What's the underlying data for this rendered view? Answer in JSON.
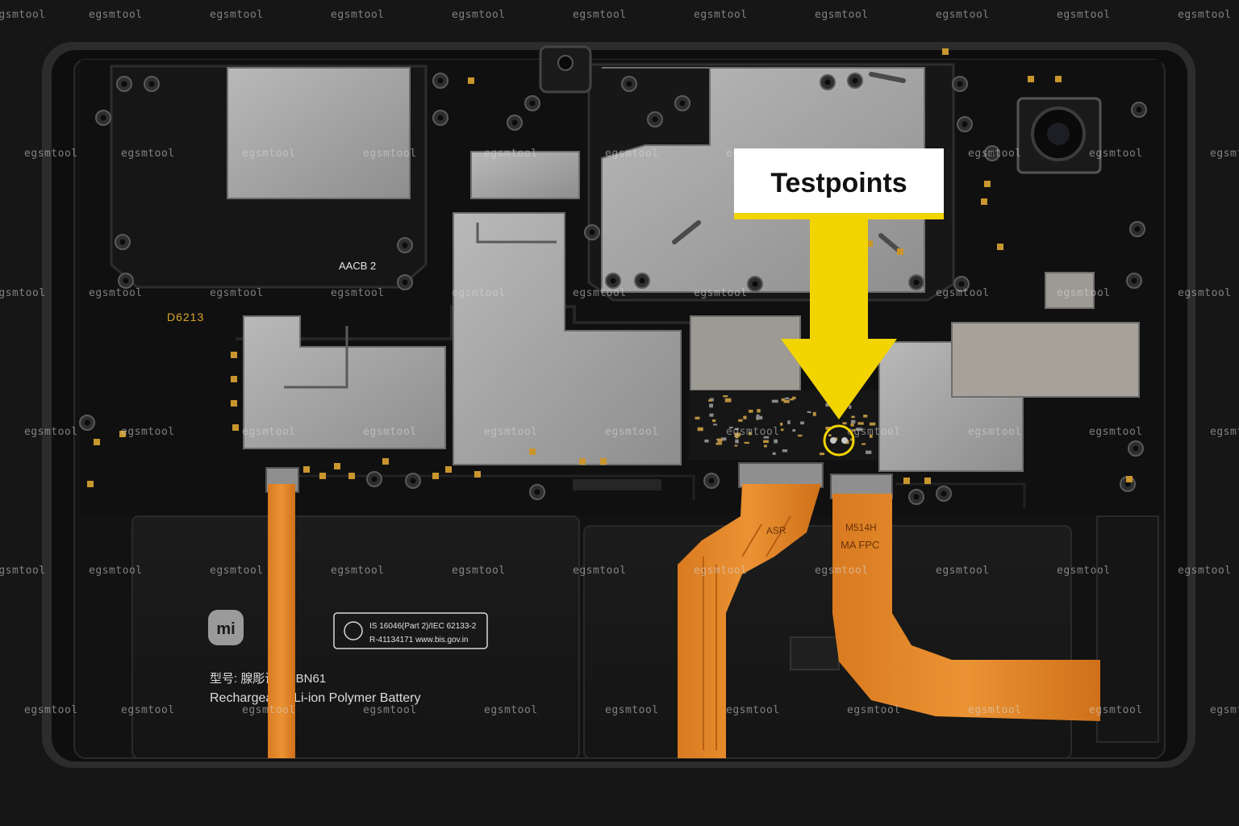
{
  "callout": {
    "label": "Testpoints",
    "arrow_color": "#f2d400",
    "label_bg": "#ffffff",
    "label_color": "#111111"
  },
  "board_labels": {
    "shield_code": "AACB 2",
    "part_code": "D6213"
  },
  "battery": {
    "brand_logo": "mi",
    "cert_line_1": "IS 16046(Part 2)/IEC 62133-2",
    "cert_line_2": "R-41134171  www.bis.gov.in",
    "model": "型号: 腺彫调图: BN61",
    "description": "Rechargeable Li-ion Polymer Battery"
  },
  "flex_cable": {
    "marking_1": "M514H",
    "marking_2": "MA FPC",
    "marking_3": "ASR"
  },
  "watermark": {
    "text": "egsmtool"
  },
  "colors": {
    "background": "#161616",
    "frame": "#2a2a2a",
    "board": "#111111",
    "shield": "#a9a9a9",
    "flex": "#e3862a",
    "testpoint_ring": "#f2d400",
    "gold_pad": "#c9962e"
  }
}
